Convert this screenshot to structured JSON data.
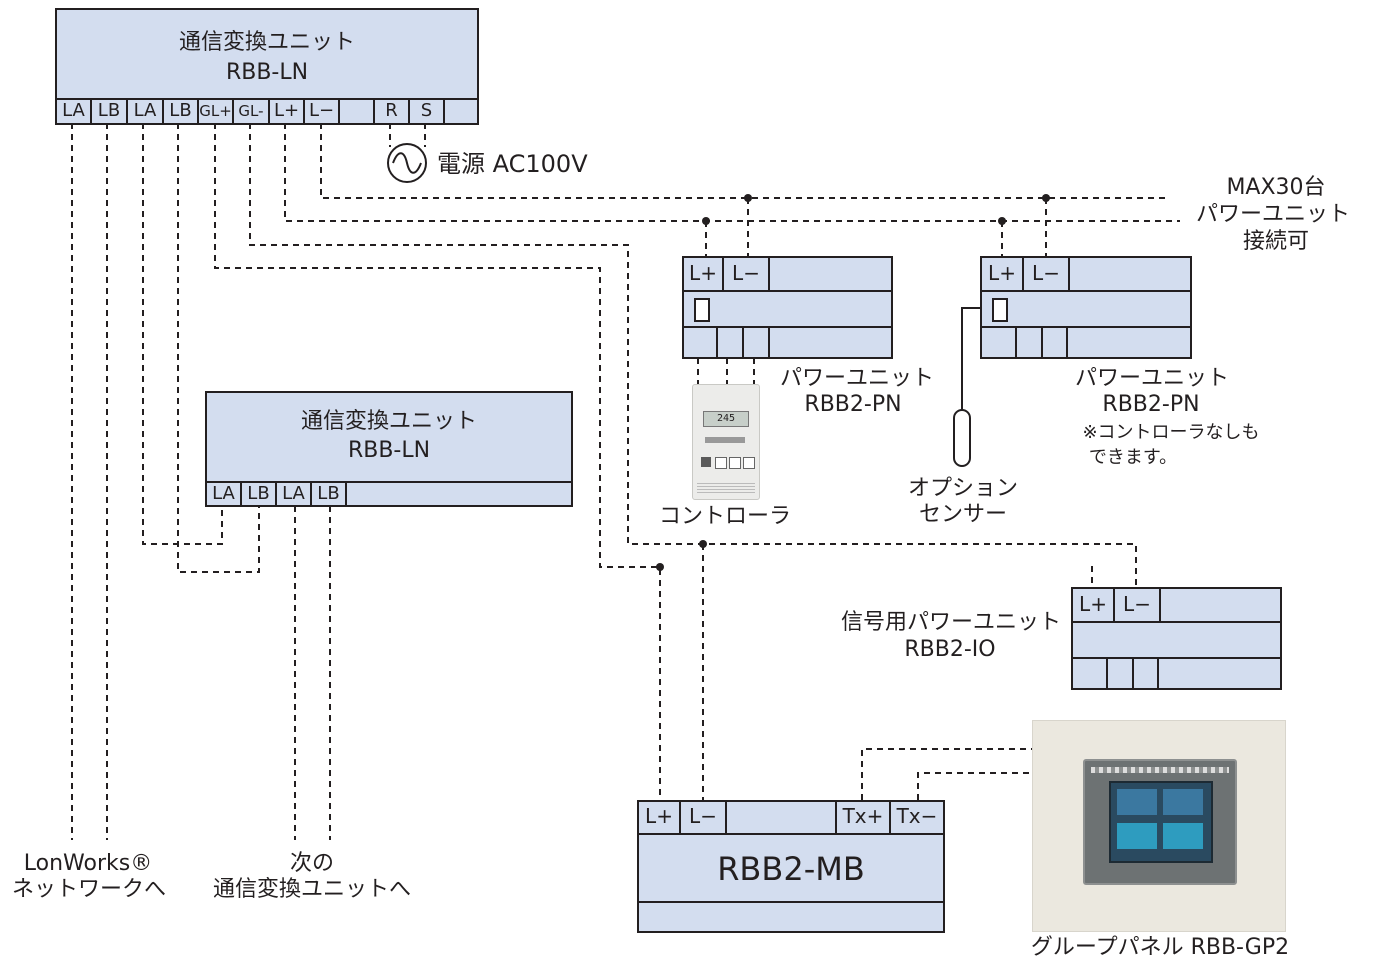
{
  "unit_top": {
    "title": "通信変換ユニット",
    "model": "RBB-LN",
    "terminals": [
      "LA",
      "LB",
      "LA",
      "LB",
      "GL+",
      "GL-",
      "L+",
      "L−",
      "",
      "R",
      "S",
      ""
    ]
  },
  "power_source": {
    "label": "電源 AC100V"
  },
  "max_note": {
    "line1": "MAX30台",
    "line2": "パワーユニット",
    "line3": "接続可"
  },
  "unit_mid": {
    "title": "通信変換ユニット",
    "model": "RBB-LN",
    "terminals": [
      "LA",
      "LB",
      "LA",
      "LB"
    ]
  },
  "power_unit_1": {
    "terminals": [
      "L+",
      "L−"
    ],
    "name": "パワーユニット",
    "model": "RBB2-PN"
  },
  "power_unit_2": {
    "terminals": [
      "L+",
      "L−"
    ],
    "name": "パワーユニット",
    "model": "RBB2-PN",
    "note1": "※コントローラなしも",
    "note2": "できます。"
  },
  "controller": {
    "label": "コントローラ",
    "display": "245"
  },
  "option_sensor": {
    "line1": "オプション",
    "line2": "センサー"
  },
  "signal_unit": {
    "terminals": [
      "L+",
      "L−"
    ],
    "name": "信号用パワーユニット",
    "model": "RBB2-IO"
  },
  "mb_unit": {
    "terminals": [
      "L+",
      "L−",
      "Tx+",
      "Tx−"
    ],
    "model": "RBB2-MB"
  },
  "group_panel": {
    "label": "グループパネル  RBB-GP2"
  },
  "bottom_labels": {
    "lonworks_line1": "LonWorks®",
    "lonworks_line2": "ネットワークへ",
    "next_line1": "次の",
    "next_line2": "通信変換ユニットへ"
  },
  "colors": {
    "box_fill": "#d3ddef",
    "line": "#231f20"
  }
}
